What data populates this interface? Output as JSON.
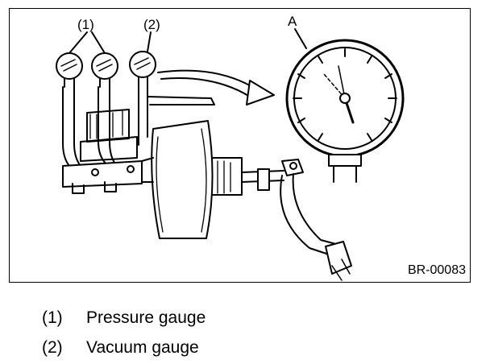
{
  "figure": {
    "callouts": {
      "c1": "(1)",
      "c2": "(2)",
      "a": "A"
    },
    "figure_id": "BR-00083"
  },
  "legend": [
    {
      "number": "(1)",
      "text": "Pressure gauge"
    },
    {
      "number": "(2)",
      "text": "Vacuum gauge"
    }
  ]
}
